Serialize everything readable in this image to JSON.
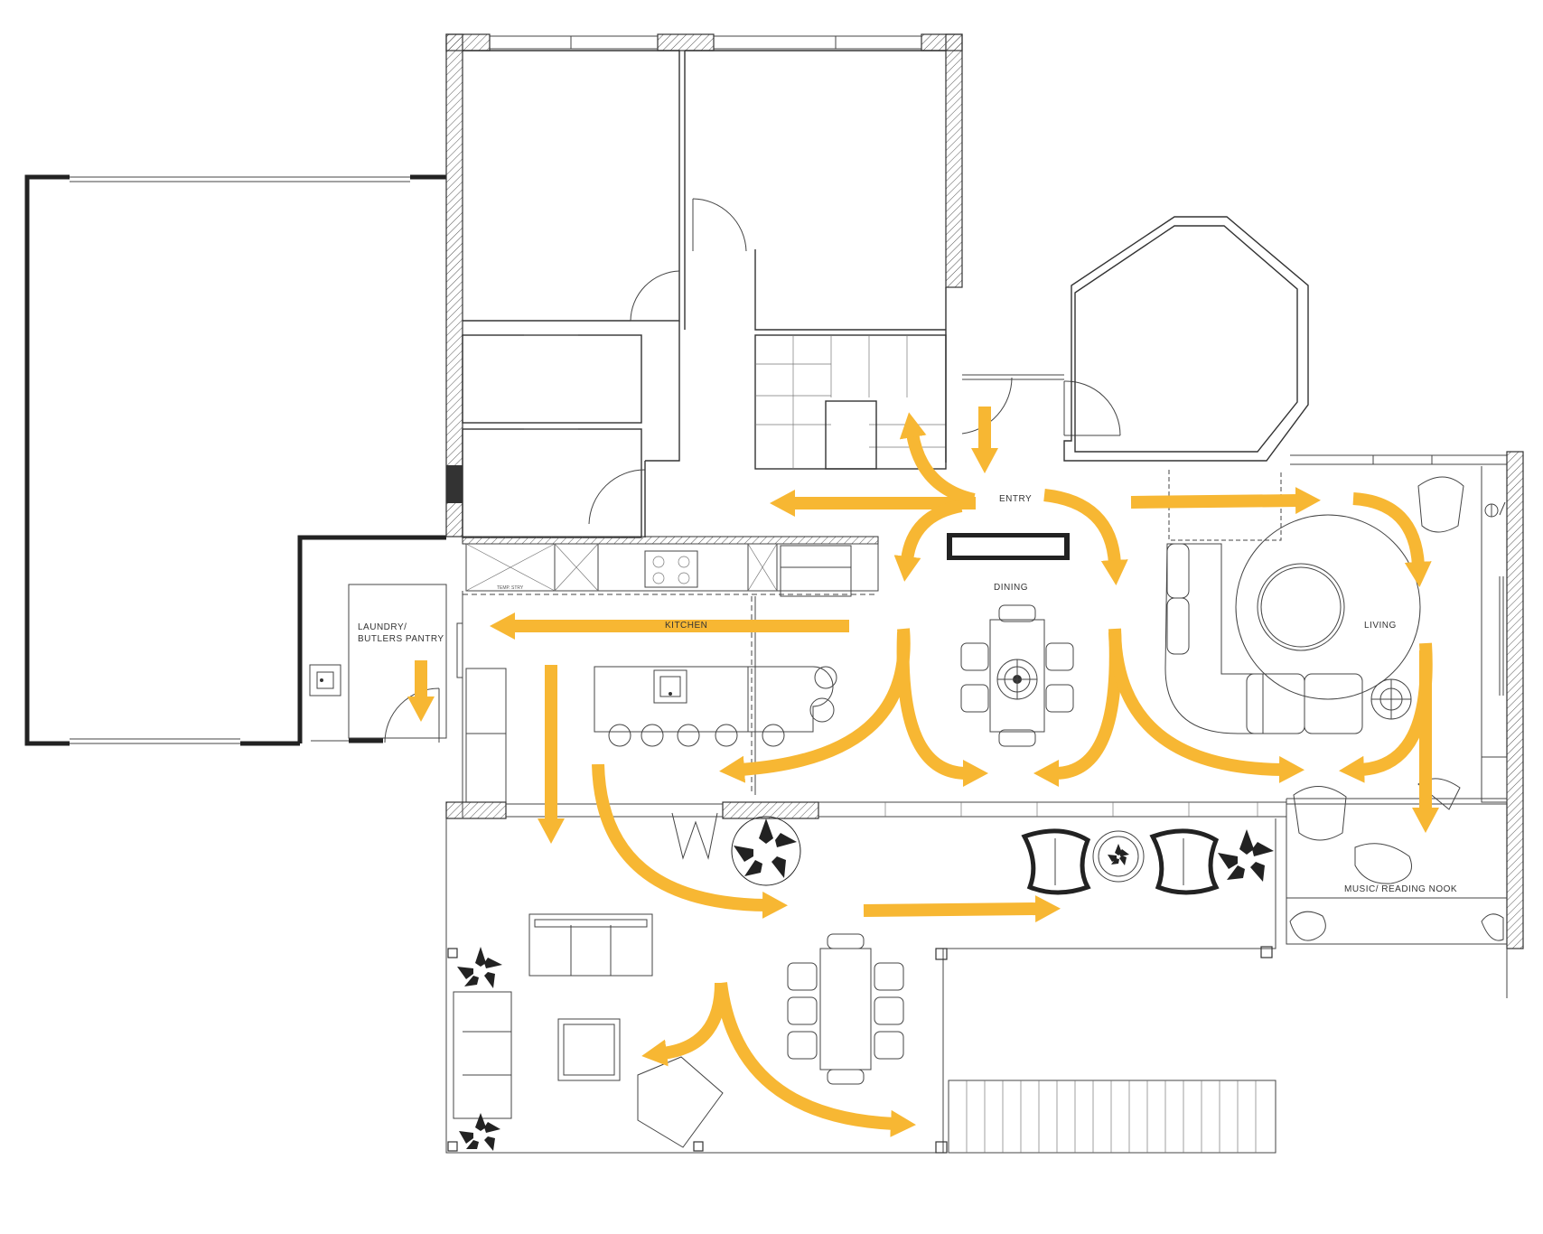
{
  "rooms": {
    "entry": "ENTRY",
    "dining": "DINING",
    "kitchen": "KITCHEN",
    "living": "LIVING",
    "laundry": "LAUNDRY/\nBUTLERS PANTRY",
    "music": "MUSIC/ READING NOOK",
    "temp_story": "TEMP. STRY"
  },
  "colors": {
    "flow_arrow": "#F7B733",
    "wall": "#333333"
  },
  "icons": {
    "north_marker": "north-arrow-icon",
    "plants": "plant-icon",
    "flow_arrows": "circulation-arrow-icon"
  }
}
